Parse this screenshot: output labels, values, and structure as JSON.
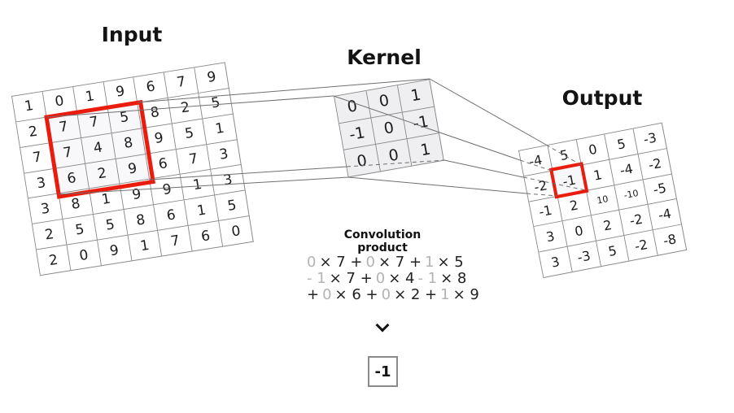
{
  "diagram": {
    "input": {
      "title": "Input",
      "rows": 7,
      "cols": 7,
      "cells": [
        [
          "1",
          "0",
          "1",
          "9",
          "6",
          "7",
          "9"
        ],
        [
          "2",
          "7",
          "7",
          "5",
          "8",
          "2",
          "5"
        ],
        [
          "7",
          "7",
          "4",
          "8",
          "9",
          "5",
          "1"
        ],
        [
          "3",
          "6",
          "2",
          "9",
          "6",
          "7",
          "3"
        ],
        [
          "3",
          "8",
          "1",
          "9",
          "9",
          "1",
          "3"
        ],
        [
          "2",
          "5",
          "5",
          "8",
          "6",
          "1",
          "5"
        ],
        [
          "2",
          "0",
          "9",
          "1",
          "7",
          "6",
          "0"
        ]
      ],
      "highlighted_window": [
        [
          "7",
          "7",
          "5"
        ],
        [
          "7",
          "4",
          "8"
        ],
        [
          "6",
          "2",
          "9"
        ]
      ]
    },
    "kernel": {
      "title": "Kernel",
      "rows": 3,
      "cols": 3,
      "cells": [
        [
          "0",
          "0",
          "1"
        ],
        [
          "-1",
          "0",
          "-1"
        ],
        [
          "0",
          "0",
          "1"
        ]
      ]
    },
    "output": {
      "title": "Output",
      "rows": 5,
      "cols": 5,
      "cells": [
        [
          "-4",
          "5",
          "0",
          "5",
          "-3"
        ],
        [
          "-2",
          "-1",
          "1",
          "-4",
          "-2"
        ],
        [
          "-1",
          "2",
          "10",
          "-10",
          "-5"
        ],
        [
          "3",
          "0",
          "2",
          "-2",
          "-4"
        ],
        [
          "3",
          "-3",
          "5",
          "-2",
          "-8"
        ]
      ],
      "highlighted_cell": "-1"
    },
    "convolution": {
      "title_line1": "Convolution",
      "title_line2": "product",
      "lines": [
        [
          "0",
          "× 7 +",
          "0",
          "× 7 +",
          "1",
          "× 5"
        ],
        [
          "- 1",
          "× 7 +",
          "0",
          "× 4",
          "- 1",
          "× 8"
        ],
        [
          "+",
          "0",
          "× 6 +",
          "0",
          "× 2 +",
          "1",
          "× 9"
        ]
      ],
      "result": "-1"
    },
    "colors": {
      "highlight_red": "#ea1c0d",
      "grid_line": "#8a8a8a",
      "kernel_fill": "#efeef0",
      "muted_equation_text": "#b3b3b3",
      "text": "#1b1b1b"
    }
  }
}
